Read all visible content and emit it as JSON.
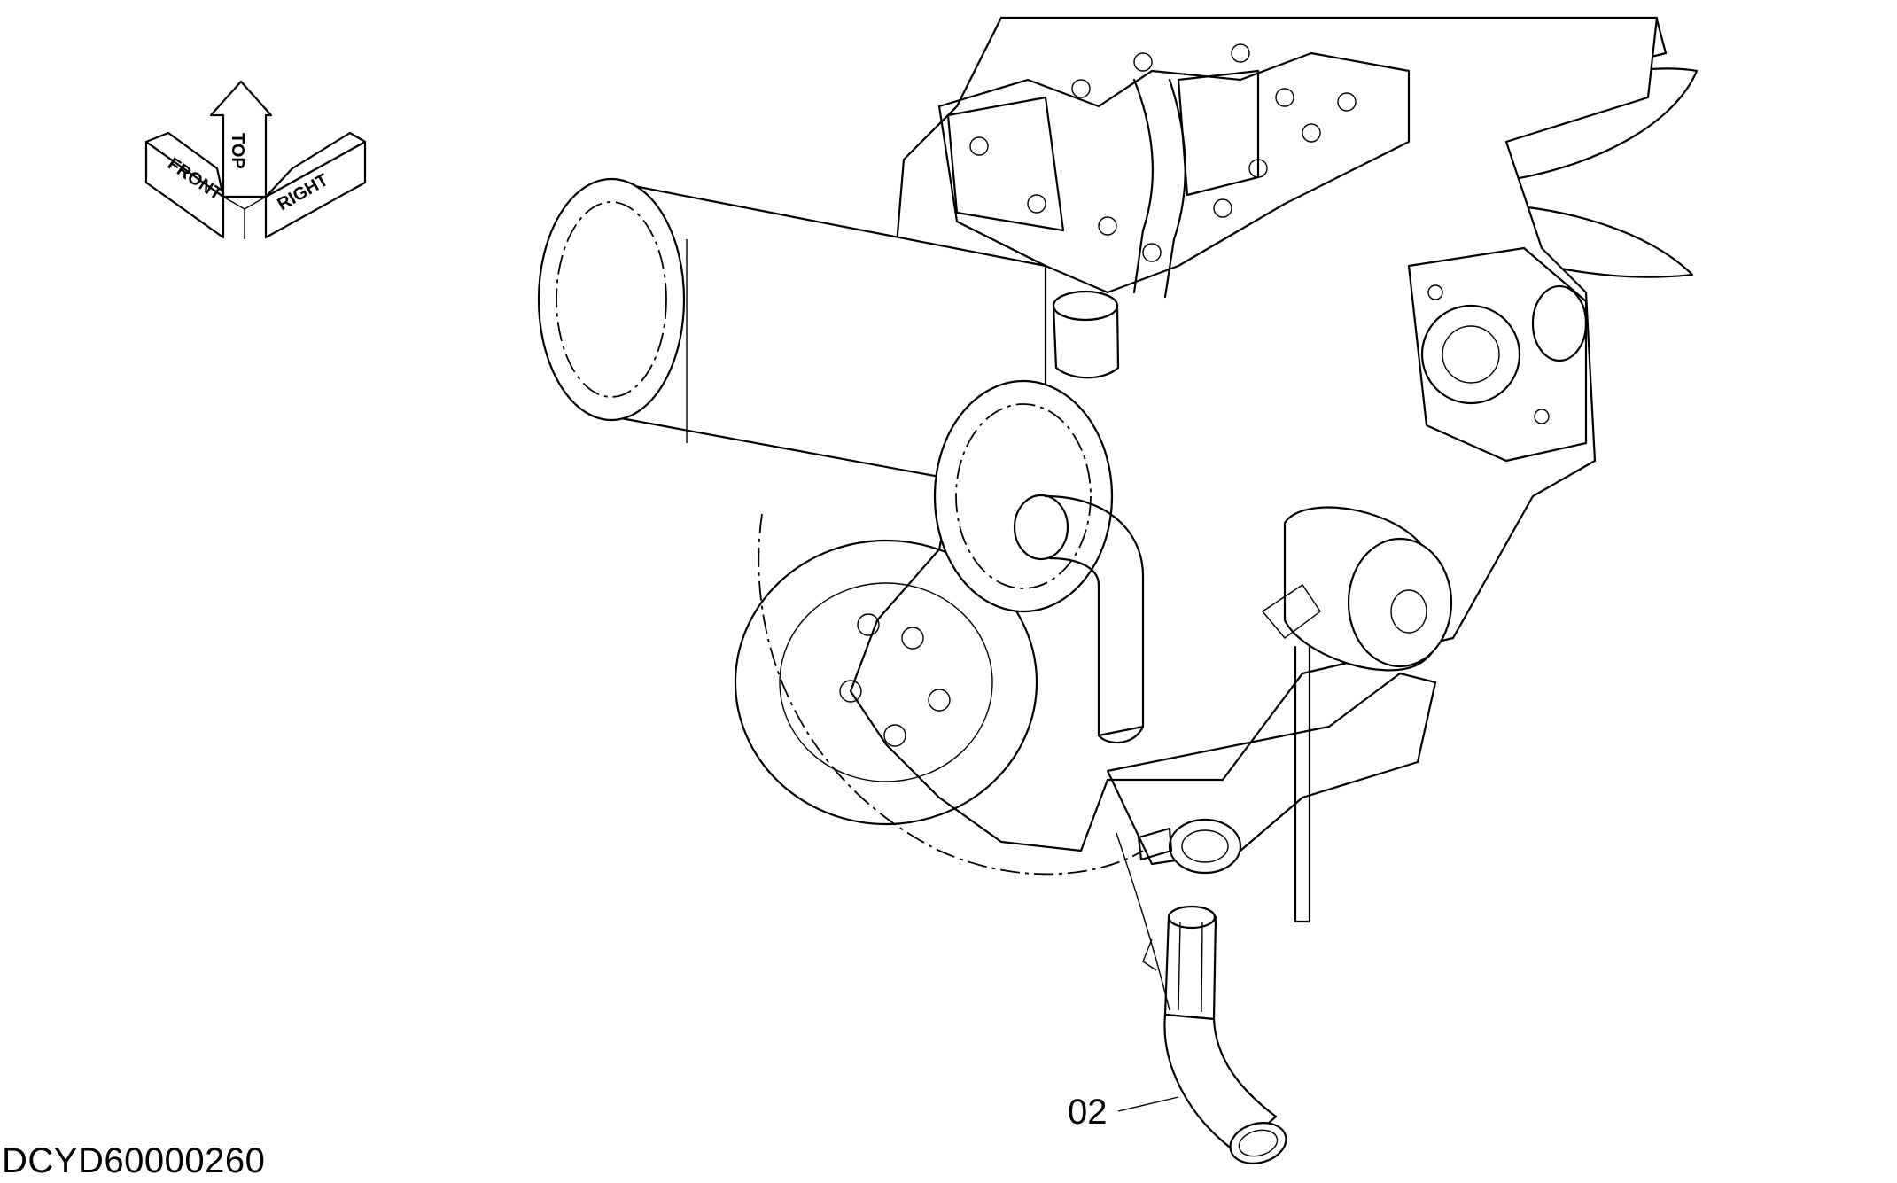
{
  "orientation": {
    "front_label": "FRONT",
    "top_label": "TOP",
    "right_label": "RIGHT"
  },
  "callouts": [
    {
      "id": "02",
      "part": "hose"
    }
  ],
  "drawing_code": "DCYD60000260"
}
